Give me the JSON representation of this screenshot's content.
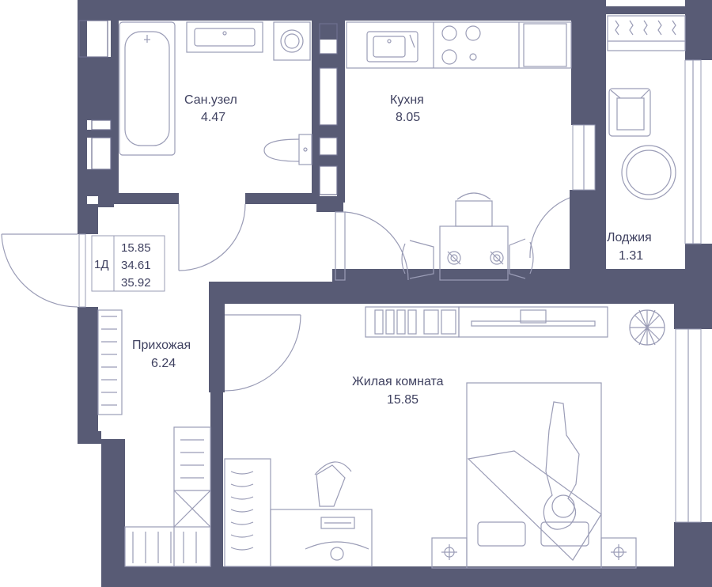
{
  "colors": {
    "wall": "#585b75",
    "text": "#3f4160",
    "line": "#9a9cb6",
    "background": "#ffffff"
  },
  "apartment": {
    "type": "1Д",
    "areas": [
      "15.85",
      "34.61",
      "35.92"
    ]
  },
  "rooms": [
    {
      "id": "bathroom",
      "name": "Сан.узел",
      "area": "4.47"
    },
    {
      "id": "kitchen",
      "name": "Кухня",
      "area": "8.05"
    },
    {
      "id": "loggia",
      "name": "Лоджия",
      "area": "1.31"
    },
    {
      "id": "hallway",
      "name": "Прихожая",
      "area": "6.24"
    },
    {
      "id": "living",
      "name": "Жилая комната",
      "area": "15.85"
    }
  ],
  "icons": [
    "bathtub-icon",
    "sink-icon",
    "washing-machine-icon",
    "toilet-icon",
    "kitchen-sink-icon",
    "stove-icon",
    "dining-table-icon",
    "chair-icon",
    "bed-icon",
    "person-icon",
    "desk-icon",
    "keyboard-icon",
    "monitor-icon",
    "plant-icon",
    "wardrobe-icon",
    "tv-icon",
    "door-swing-icon",
    "window-icon"
  ]
}
